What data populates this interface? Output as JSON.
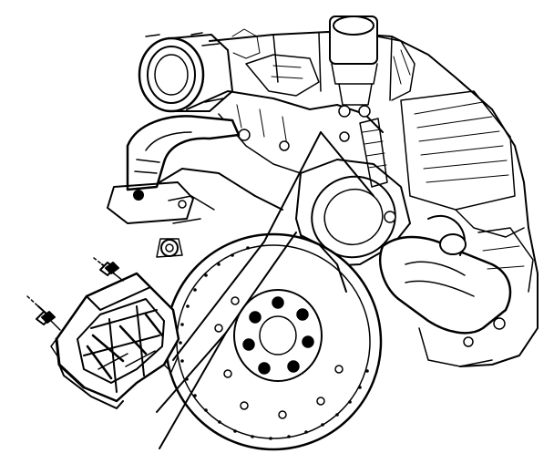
{
  "diagram": {
    "type": "line-art-technical-illustration",
    "colors": {
      "ink": "#000000",
      "background": "#ffffff"
    },
    "components": [
      "engine-block",
      "water-pump-pulley",
      "coolant-crossover-pipe",
      "throttle-body",
      "exhaust-manifold",
      "oil-filter-adapter",
      "flywheel",
      "flywheel-inspection-cover",
      "cover-bolt",
      "callout-leader"
    ]
  }
}
